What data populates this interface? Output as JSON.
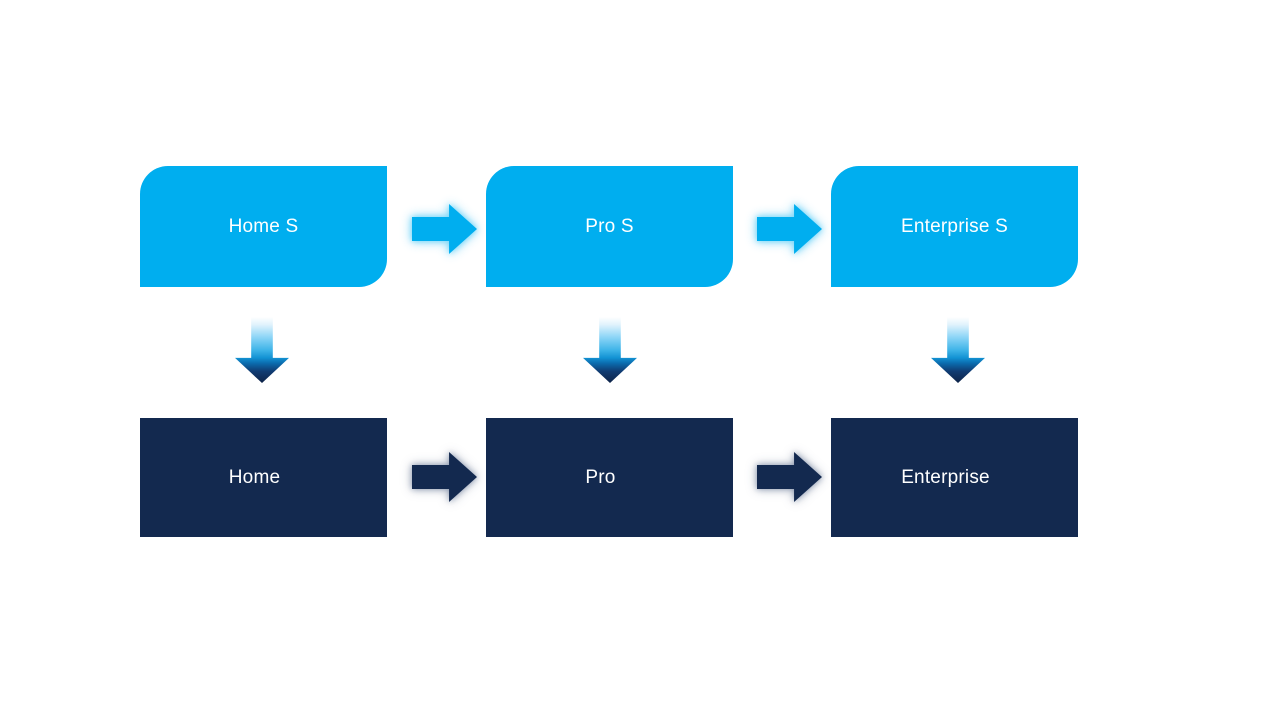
{
  "diagram": {
    "type": "upgrade-flow",
    "columns": [
      {
        "top": {
          "label": "Home S"
        },
        "bottom": {
          "label": "Home"
        }
      },
      {
        "top": {
          "label": "Pro S"
        },
        "bottom": {
          "label": "Pro"
        }
      },
      {
        "top": {
          "label": "Enterprise S"
        },
        "bottom": {
          "label": "Enterprise"
        }
      }
    ],
    "connectors": {
      "top_row_arrows": 2,
      "bottom_row_arrows": 2,
      "down_arrows": 3
    },
    "colors": {
      "top_box_fill": "#00AEEF",
      "bottom_box_fill": "#13294F",
      "label_text": "#FFFFFF",
      "light_arrow_fill": "#00AEEF",
      "dark_arrow_fill": "#13294F",
      "down_arrow_gradient_top": "#FFFFFF",
      "down_arrow_gradient_mid": "#1292D3",
      "down_arrow_gradient_bottom": "#0E2247",
      "background": "#FFFFFF"
    }
  }
}
